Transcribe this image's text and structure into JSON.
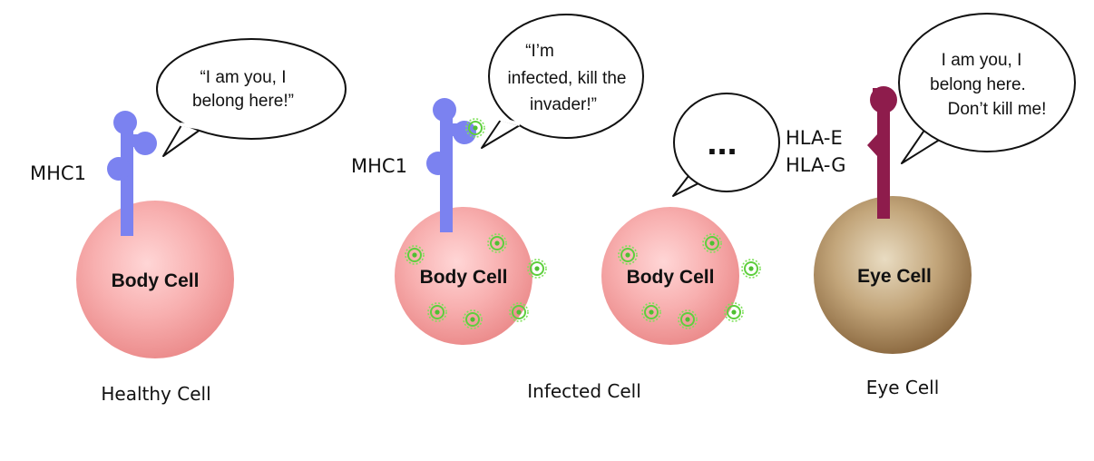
{
  "healthy": {
    "speech_line1": "“I am you, I",
    "speech_line2": "belong here!”",
    "receptor_label": "MHC1",
    "cell_label": "Body Cell",
    "caption": "Healthy Cell"
  },
  "infected": {
    "speech_line1": "“I’m",
    "speech_line2": "infected, kill the",
    "speech_line3": "invader!”",
    "receptor_label": "MHC1",
    "cell_label_left": "Body Cell",
    "silent_speech": "...",
    "cell_label_right": "Body Cell",
    "caption": "Infected Cell"
  },
  "eye": {
    "speech_line1": "I am you, I",
    "speech_line2": "belong here.",
    "speech_line3": "Don’t kill me!",
    "receptor_label_1": "HLA-E",
    "receptor_label_2": "HLA-G",
    "cell_label": "Eye Cell",
    "caption": "Eye Cell"
  },
  "colors": {
    "body_cell": "#f4a3a3",
    "eye_cell": "#a98a5e",
    "mhc": "#7b82f0",
    "hla": "#8e1c4c",
    "virus": "#6fd34a"
  },
  "icons": [
    "speech-bubble",
    "thought-bubble",
    "virus-particle"
  ]
}
